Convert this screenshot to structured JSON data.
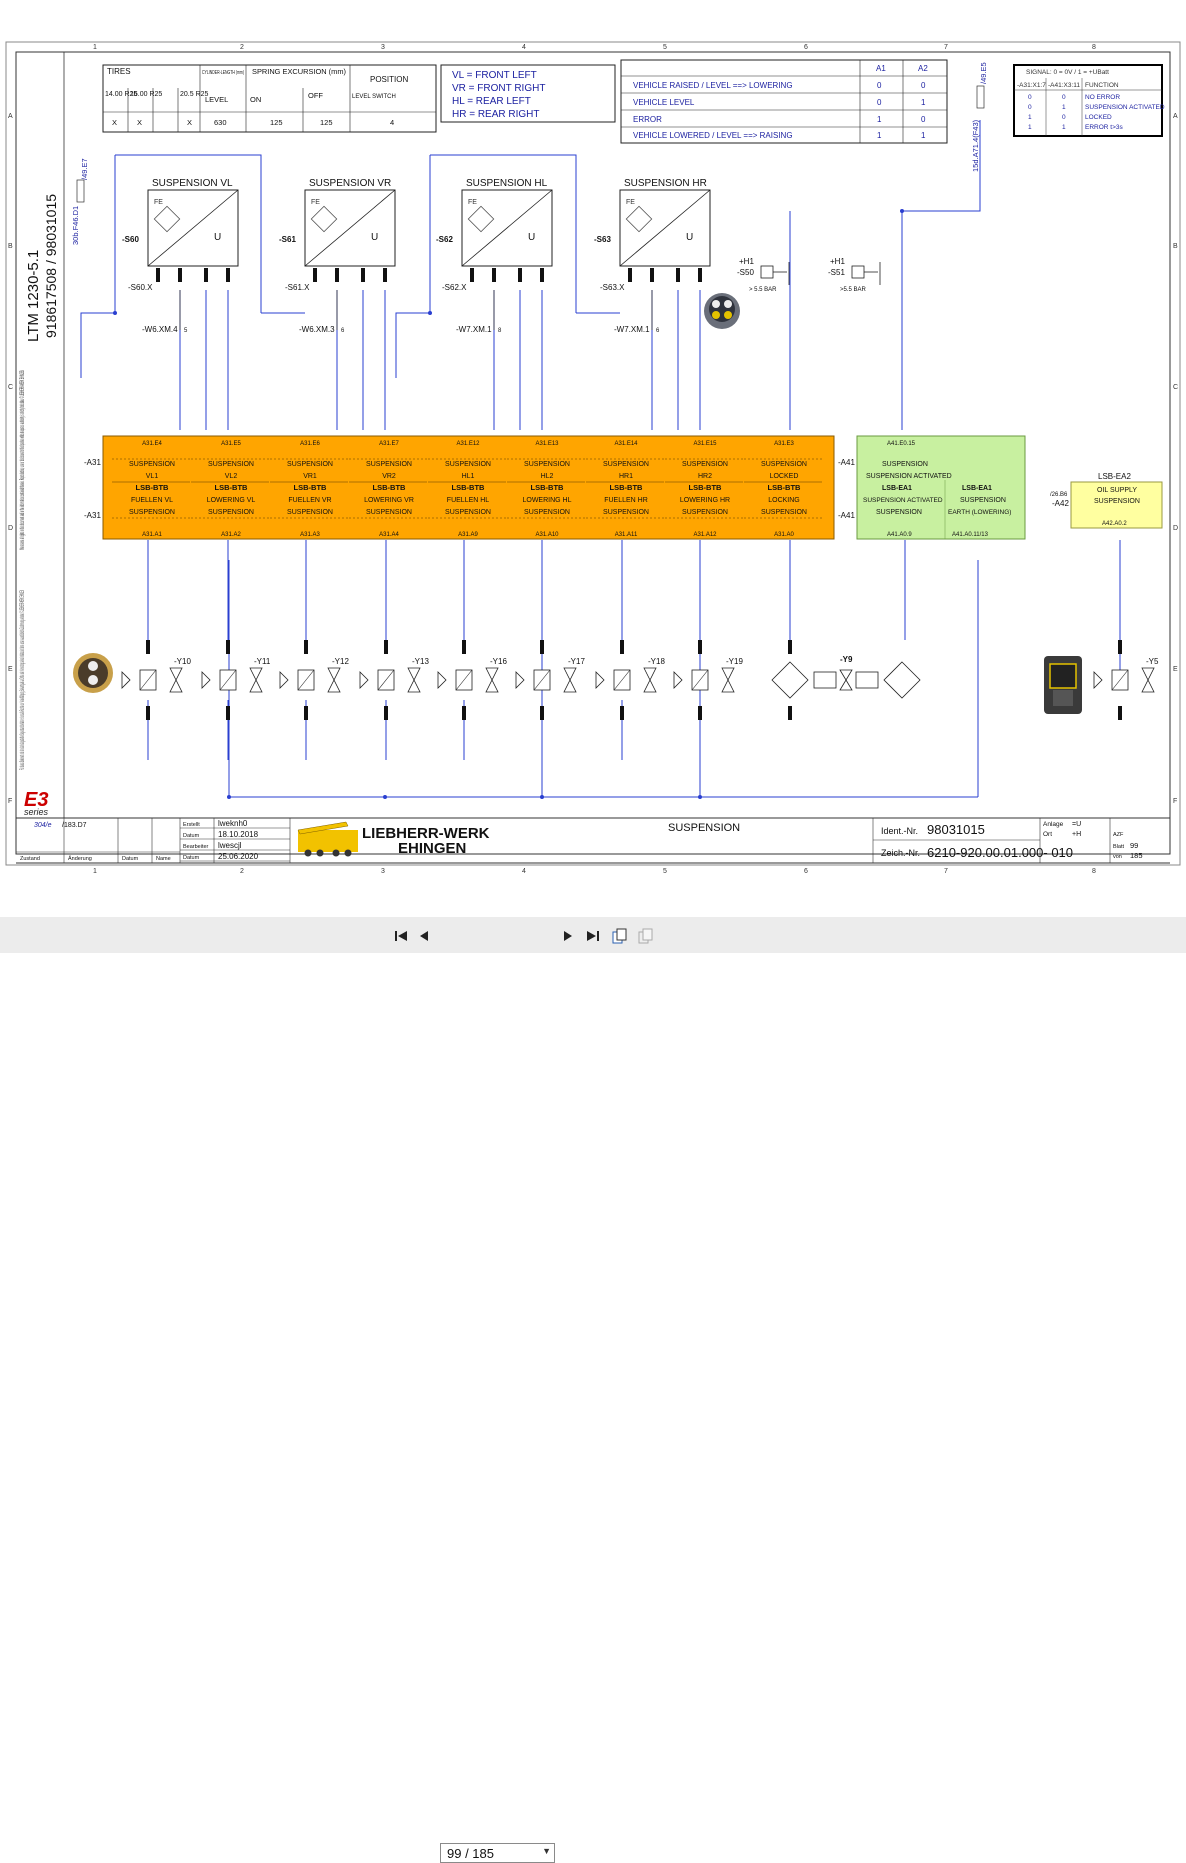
{
  "sheet": {
    "column_numbers": [
      "1",
      "2",
      "3",
      "4",
      "5",
      "6",
      "7",
      "8"
    ],
    "row_letters": [
      "A",
      "B",
      "C",
      "D",
      "E",
      "F"
    ],
    "left_margin": {
      "model": "LTM 1230-5.1",
      "numbers": "918617508  /  98031015",
      "copyright_en": "We reserve all rights in this document and in the information contained therein. Reproduction, use or disclosure to third parties without express authority is strictly forbidden. © LIEBHERR-WERK EHINGEN",
      "copyright_de": "Für dieses Dokument und den darin dargestellten Gegenstand behalten wir uns alle Rechte vor. Vervielfältigung, Bekanntgabe an Dritte oder Verwertung seines Inhaltes sind ohne unsere ausdrückliche Zustimmung verboten. © LIEBHERR-WERK EHINGEN",
      "series_logo": "E3",
      "series_label": "series"
    },
    "tires_table": {
      "title": "TIRES",
      "tires": [
        "14.00 R25",
        "16.00 R25",
        "20.5 R25"
      ],
      "tire_marks": [
        "X",
        "X",
        "X"
      ],
      "cylinder_header": "CYLINDER-LENGTH (mm)",
      "level_label": "LEVEL",
      "level_value": "630",
      "spring_header": "SPRING EXCURSION (mm)",
      "on_label": "ON",
      "on_value": "125",
      "off_label": "OFF",
      "off_value": "125",
      "position_header": "POSITION",
      "level_switch_label": "LEVEL SWITCH",
      "position_value": "4"
    },
    "legend_positions": [
      "VL = FRONT LEFT",
      "VR = FRONT RIGHT",
      "HL = REAR LEFT",
      "HR = REAR RIGHT"
    ],
    "signal_table": {
      "headers": [
        "",
        "A1",
        "A2"
      ],
      "rows": [
        {
          "label": "VEHICLE RAISED / LEVEL ==> LOWERING",
          "a1": "0",
          "a2": "0"
        },
        {
          "label": "VEHICLE LEVEL",
          "a1": "0",
          "a2": "1"
        },
        {
          "label": "ERROR",
          "a1": "1",
          "a2": "0"
        },
        {
          "label": "VEHICLE LOWERED / LEVEL ==> RAISING",
          "a1": "1",
          "a2": "1"
        }
      ]
    },
    "function_table": {
      "header": "SIGNAL: 0 = 0V  /  1 = +UBatt",
      "col_headers": [
        "-A31:X1:7",
        "-A41:X3:11",
        "FUNCTION"
      ],
      "rows": [
        [
          "0",
          "0",
          "NO ERROR"
        ],
        [
          "0",
          "1",
          "SUSPENSION ACTIVATED"
        ],
        [
          "1",
          "0",
          "LOCKED"
        ],
        [
          "1",
          "1",
          "ERROR t>3s"
        ]
      ]
    },
    "cross_refs": {
      "left_vertical": "30b.F46.D1",
      "left_ref": "/49.E7",
      "right_vertical": "15d.A71.4(F43)",
      "right_ref": "/49.E5"
    },
    "sensors": [
      {
        "title": "SUSPENSION VL",
        "tag": "-S60",
        "plug": "-S60.X",
        "xm": "-W6.XM.4",
        "xm_pin": "5"
      },
      {
        "title": "SUSPENSION VR",
        "tag": "-S61",
        "plug": "-S61.X",
        "xm": "-W6.XM.3",
        "xm_pin": "6"
      },
      {
        "title": "SUSPENSION HL",
        "tag": "-S62",
        "plug": "-S62.X",
        "xm": "-W7.XM.1",
        "xm_pin": "8"
      },
      {
        "title": "SUSPENSION HR",
        "tag": "-S63",
        "plug": "-S63.X",
        "xm": "-W7.XM.1",
        "xm_pin": "6"
      }
    ],
    "pressure_switches": [
      {
        "tag": "-S50",
        "h": "+H1",
        "setting": "> 5.5 BAR"
      },
      {
        "tag": "-S51",
        "h": "+H1",
        "setting": ">5.5 BAR"
      }
    ],
    "module_a31_labels": [
      {
        "top": "A31.E4",
        "func": "SUSPENSION",
        "name": "VL1",
        "type": "LSB-BTB",
        "desc": "FUELLEN VL",
        "bottom": "A31.A1"
      },
      {
        "top": "A31.E5",
        "func": "SUSPENSION",
        "name": "VL2",
        "type": "LSB-BTB",
        "desc": "LOWERING VL",
        "bottom": "A31.A2"
      },
      {
        "top": "A31.E6",
        "func": "SUSPENSION",
        "name": "VR1",
        "type": "LSB-BTB",
        "desc": "FUELLEN VR",
        "bottom": "A31.A3"
      },
      {
        "top": "A31.E7",
        "func": "SUSPENSION",
        "name": "VR2",
        "type": "LSB-BTB",
        "desc": "LOWERING VR",
        "bottom": "A31.A4"
      },
      {
        "top": "A31.E12",
        "func": "SUSPENSION",
        "name": "HL1",
        "type": "LSB-BTB",
        "desc": "FUELLEN HL",
        "bottom": "A31.A9"
      },
      {
        "top": "A31.E13",
        "func": "SUSPENSION",
        "name": "HL2",
        "type": "LSB-BTB",
        "desc": "LOWERING HL",
        "bottom": "A31.A10"
      },
      {
        "top": "A31.E14",
        "func": "SUSPENSION",
        "name": "HR1",
        "type": "LSB-BTB",
        "desc": "FUELLEN HR",
        "bottom": "A31.A11"
      },
      {
        "top": "A31.E15",
        "func": "SUSPENSION",
        "name": "HR2",
        "type": "LSB-BTB",
        "desc": "LOWERING HR",
        "bottom": "A31.A12"
      },
      {
        "top": "A31.E3",
        "func": "SUSPENSION",
        "name": "LOCKED",
        "type": "LSB-BTB",
        "desc": "LOCKING",
        "bottom": "A31.A0"
      }
    ],
    "module_a31_tag": "-A31",
    "module_a41": {
      "tag": "-A41",
      "top": "A41.E0.15",
      "line1": "SUSPENSION",
      "line2": "SUSPENSION ACTIVATED",
      "type1": "LSB-EA1",
      "type2": "LSB-EA1",
      "desc1": "SUSPENSION ACTIVATED",
      "desc2": "SUSPENSION",
      "func1": "SUSPENSION",
      "func2": "EARTH (LOWERING)",
      "bottom1": "A41.A0.9",
      "bottom2": "A41.A0.11/13"
    },
    "module_a42": {
      "tag": "-A42",
      "type": "LSB-EA2",
      "line1": "OIL SUPPLY",
      "line2": "SUSPENSION",
      "bottom": "A42.A0.2",
      "ref": "/26.B6"
    },
    "valves": [
      "-Y10",
      "-Y11",
      "-Y12",
      "-Y13",
      "-Y16",
      "-Y17",
      "-Y18",
      "-Y19",
      "-Y9",
      "-Y5"
    ],
    "title_block": {
      "revision": "304/e",
      "page_ref": "/183.D7",
      "row_labels": [
        "Erstellt",
        "Datum",
        "Bearbeiter",
        "Datum"
      ],
      "row_values": [
        "lweknh0",
        "18.10.2018",
        "lwescjl",
        "25.06.2020"
      ],
      "footer_labels": [
        "Zustand",
        "Änderung",
        "Datum",
        "Name"
      ],
      "company_line1": "LIEBHERR-WERK",
      "company_line2": "EHINGEN",
      "drawing_title": "SUSPENSION",
      "ident_label": "Ident.-Nr.",
      "ident_value": "98031015",
      "drawing_label": "Zeich.-Nr.",
      "drawing_value": "6210-920.00.01.000- 010",
      "anlage_label": "Anlage",
      "anlage_value": "=U",
      "ort_label": "Ort",
      "ort_value": "+H",
      "azf_label": "AZF",
      "blatt_label": "Blatt",
      "blatt_value": "99",
      "von_label": "von",
      "von_value": "185"
    }
  },
  "toolbar": {
    "page_indicator": "99 / 185"
  },
  "colors": {
    "module_orange": "#ffa500",
    "module_green": "#c8f0a0",
    "module_yellow": "#ffffa0",
    "wire_blue": "#2a3fd0",
    "frame": "#333333"
  }
}
